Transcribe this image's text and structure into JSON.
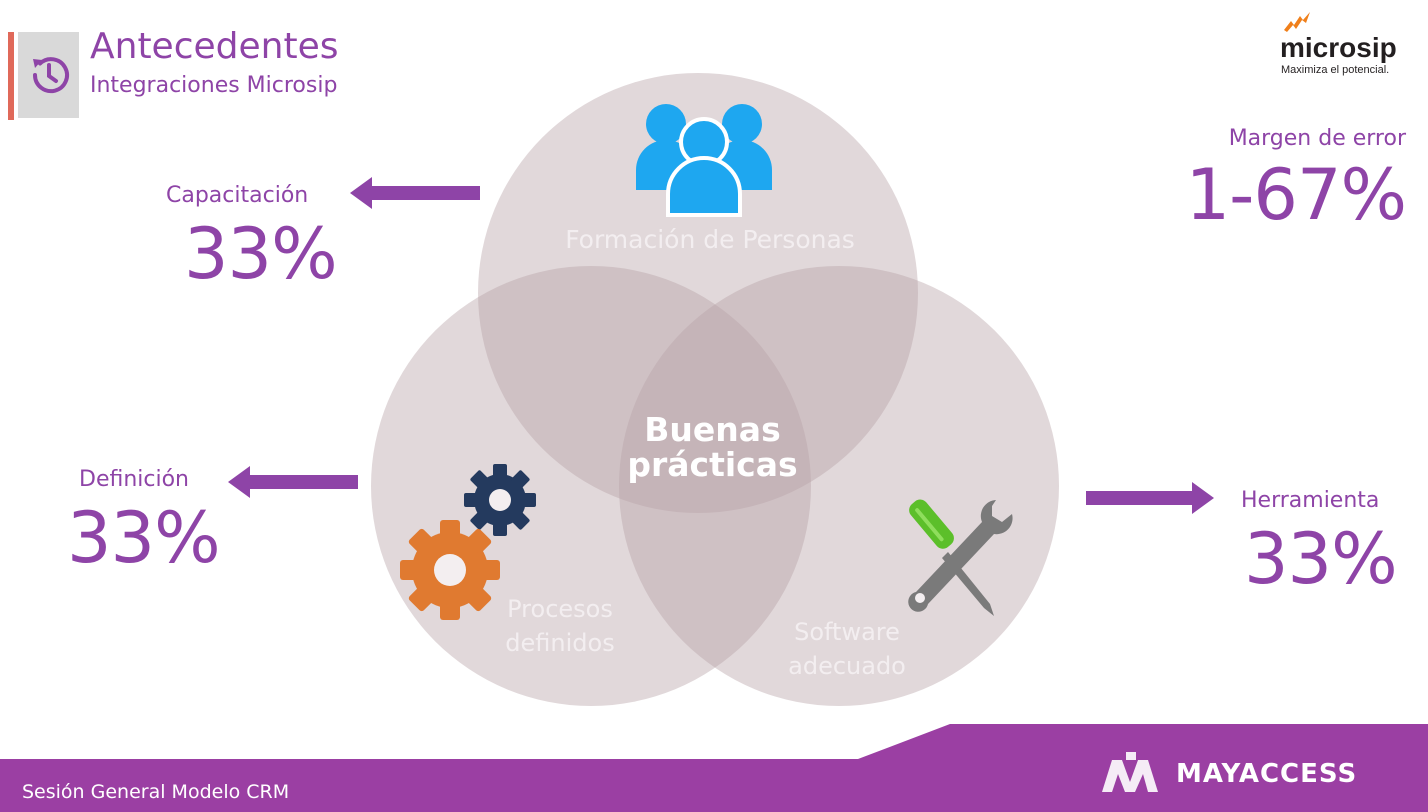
{
  "header": {
    "title": "Antecedentes",
    "subtitle": "Integraciones Microsip",
    "icon": "history-icon",
    "accent_color": "#e0695a",
    "text_color": "#8e44a7"
  },
  "brand": {
    "name": "microsip",
    "tagline": "Maximiza el potencial.",
    "icon": "microsip-logo-icon",
    "logo_color": "#f07f1a"
  },
  "stats": {
    "capacitacion": {
      "label": "Capacitación",
      "value": "33%"
    },
    "definicion": {
      "label": "Definición",
      "value": "33%"
    },
    "herramienta": {
      "label": "Herramienta",
      "value": "33%"
    },
    "margen": {
      "label": "Margen de error",
      "value": "1-67%"
    }
  },
  "venn": {
    "center_line1": "Buenas",
    "center_line2": "prácticas",
    "people": {
      "line1": "Formación de Personas",
      "icon": "people-icon",
      "icon_color": "#1ea7f0"
    },
    "processes": {
      "line1": "Procesos",
      "line2": "definidos",
      "icon": "gears-icon",
      "gear_colors": [
        "#e07a30",
        "#243a5e"
      ]
    },
    "software": {
      "line1": "Software",
      "line2": "adecuado",
      "icon": "tools-icon",
      "tool_colors": [
        "#7a7a7a",
        "#5cbf2a"
      ]
    }
  },
  "arrows": {
    "color": "#8e44a7"
  },
  "footer": {
    "text": "Sesión General Modelo CRM",
    "logo_text": "MAYACCESS",
    "logo_icon": "mayaccess-logo-icon",
    "band_color": "#9b3fa3"
  }
}
